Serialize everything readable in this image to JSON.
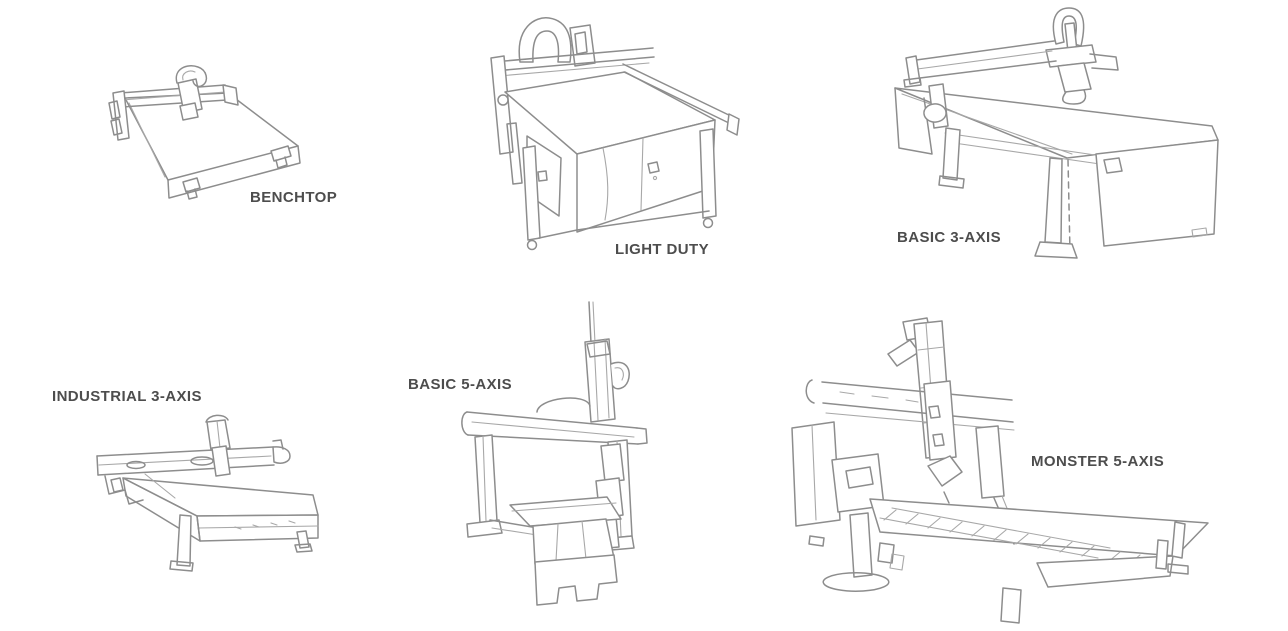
{
  "colors": {
    "paper": "#ffffff",
    "label_ink": "#4d4d4d",
    "sketch_ink": "#8d8d8d",
    "sketch_ink_light": "#a8a8a8"
  },
  "machines": [
    {
      "id": "benchtop",
      "label": "BENCHTOP",
      "icon": "benchtop-cnc-router-sketch"
    },
    {
      "id": "light-duty",
      "label": "LIGHT DUTY",
      "icon": "light-duty-cnc-router-sketch"
    },
    {
      "id": "basic-3-axis",
      "label": "BASIC 3-AXIS",
      "icon": "basic-3-axis-cnc-router-sketch"
    },
    {
      "id": "industrial-3-axis",
      "label": "INDUSTRIAL 3-AXIS",
      "icon": "industrial-3-axis-cnc-router-sketch"
    },
    {
      "id": "basic-5-axis",
      "label": "BASIC 5-AXIS",
      "icon": "basic-5-axis-cnc-router-sketch"
    },
    {
      "id": "monster-5-axis",
      "label": "MONSTER 5-AXIS",
      "icon": "monster-5-axis-cnc-router-sketch"
    }
  ]
}
